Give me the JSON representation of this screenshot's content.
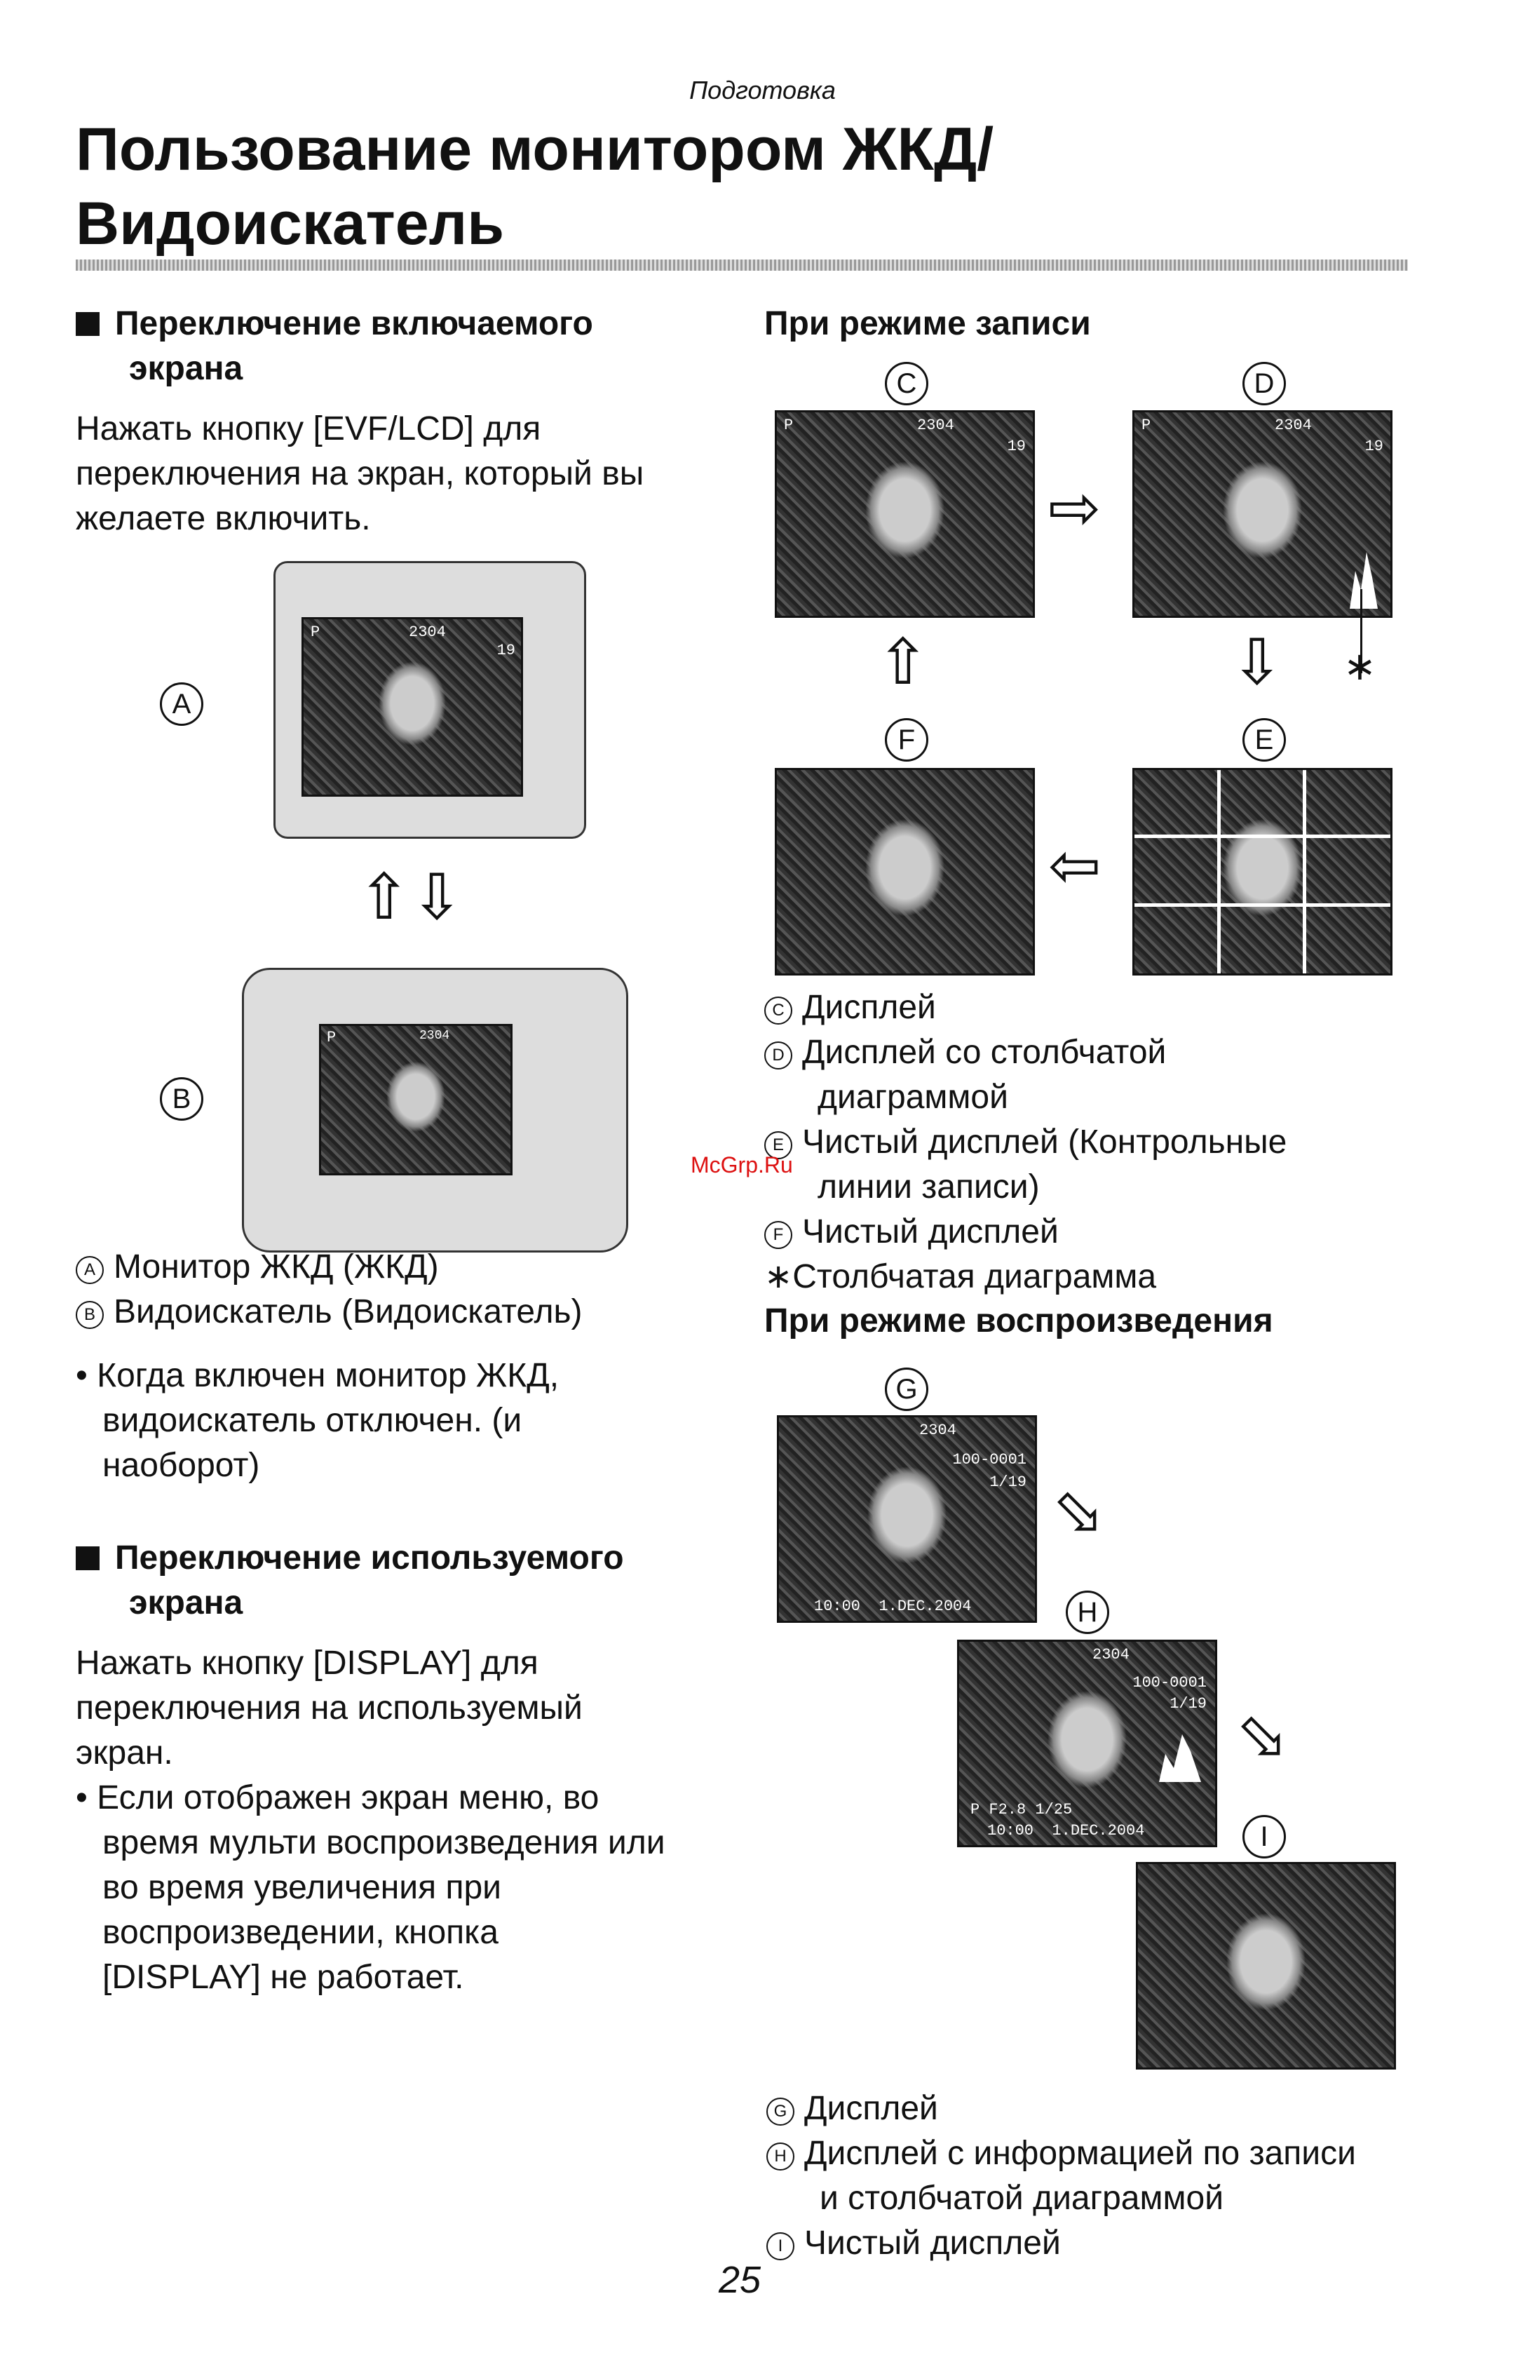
{
  "section": "Подготовка",
  "title_line1": "Пользование монитором ЖКД/",
  "title_line2": "Видоискатель",
  "left": {
    "h1_line1": "Переключение включаемого",
    "h1_line2": "экрана",
    "p1": [
      "Нажать кнопку [EVF/LCD] для",
      "переключения на экран, который вы",
      "желаете включить."
    ],
    "labelA": "A",
    "labelB": "B",
    "legendA": "Монитор ЖКД (ЖКД)",
    "legendB": "Видоискатель (Видоискатель)",
    "note1": [
      "• Когда включен монитор ЖКД,",
      "видоискатель отключен. (и",
      "наоборот)"
    ],
    "h2_line1": "Переключение используемого",
    "h2_line2": "экрана",
    "p2": [
      "Нажать кнопку [DISPLAY] для",
      "переключения на используемый",
      "экран."
    ],
    "note2": [
      "• Если отображен экран меню, во",
      "время мульти воспроизведения или",
      "во время увеличения при",
      "воспроизведении, кнопка",
      "[DISPLAY] не работает."
    ]
  },
  "right": {
    "rec_heading": "При режиме записи",
    "labels": {
      "C": "C",
      "D": "D",
      "E": "E",
      "F": "F",
      "G": "G",
      "H": "H",
      "I": "I"
    },
    "star": "∗",
    "osd": {
      "mode": "P",
      "res": "2304",
      "count": "19",
      "file": "100-0001",
      "frame": "1/19",
      "datetime": "10:00  1.DEC.2004",
      "exposure": "P F2.8 1/25"
    },
    "rec_legend": [
      {
        "k": "C",
        "t": "Дисплей"
      },
      {
        "k": "D",
        "t": "Дисплей со столбчатой"
      },
      {
        "k": "",
        "t": "диаграммой"
      },
      {
        "k": "E",
        "t": "Чистый дисплей (Контрольные"
      },
      {
        "k": "",
        "t": "линии записи)"
      },
      {
        "k": "F",
        "t": "Чистый дисплей"
      }
    ],
    "star_legend": "∗Столбчатая диаграмма",
    "play_heading": "При режиме воспроизведения",
    "play_legend": [
      {
        "k": "G",
        "t": "Дисплей"
      },
      {
        "k": "H",
        "t": "Дисплей с информацией по записи"
      },
      {
        "k": "",
        "t": "и столбчатой диаграммой"
      },
      {
        "k": "I",
        "t": "Чистый дисплей"
      }
    ]
  },
  "watermark": "McGrp.Ru",
  "page_number": "25"
}
